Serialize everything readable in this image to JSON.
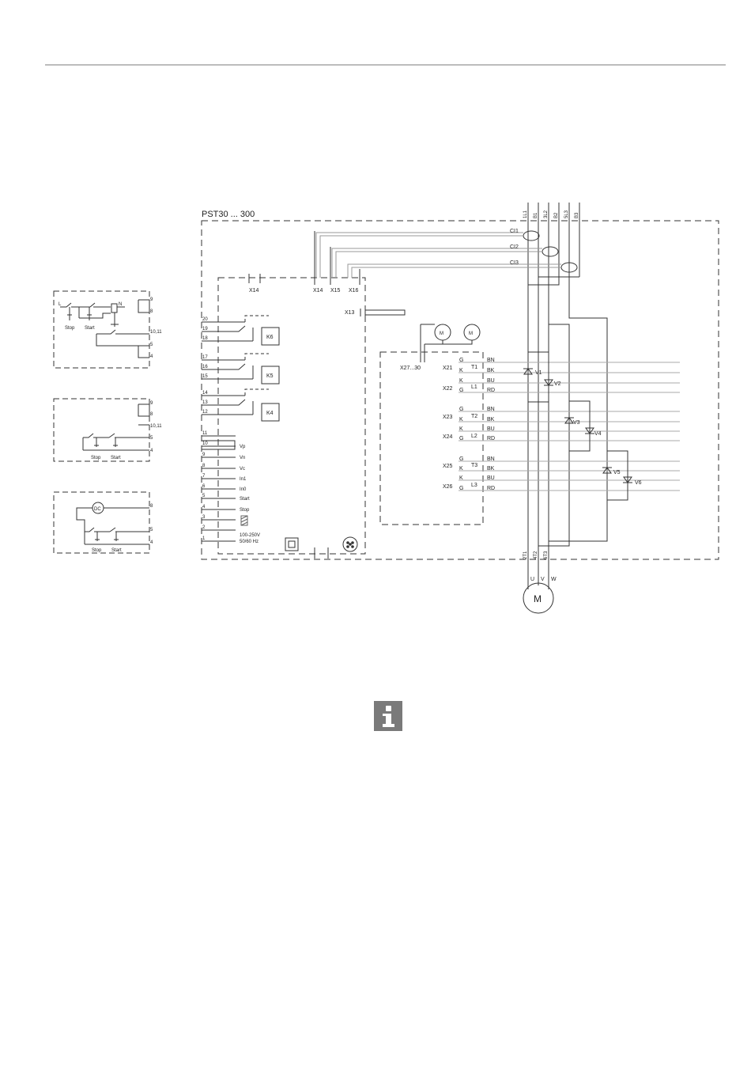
{
  "diagram": {
    "title": "PST30 ... 300",
    "supply_terminals": [
      "1L1",
      "B1",
      "3L2",
      "B2",
      "5L3",
      "B3"
    ],
    "current_sensors": [
      "CI1",
      "CI2",
      "CI3"
    ],
    "connectors_top": [
      "X14",
      "X14",
      "X15",
      "X16"
    ],
    "x13": "X13",
    "relays": [
      "K6",
      "K5",
      "K4"
    ],
    "relay_terminals": [
      "20",
      "19",
      "18",
      "17",
      "16",
      "15",
      "14",
      "13",
      "12"
    ],
    "io_terminals": [
      {
        "num": "11",
        "label": ""
      },
      {
        "num": "10",
        "label": "Vp"
      },
      {
        "num": "9",
        "label": "Vn"
      },
      {
        "num": "8",
        "label": "Vc"
      },
      {
        "num": "7",
        "label": "In1"
      },
      {
        "num": "6",
        "label": "In0"
      },
      {
        "num": "5",
        "label": "Start"
      },
      {
        "num": "4",
        "label": "Stop"
      },
      {
        "num": "3",
        "label": ""
      },
      {
        "num": "2",
        "label": ""
      },
      {
        "num": "1",
        "label": ""
      }
    ],
    "supply_label_1": "100-250V",
    "supply_label_2": "50/60 Hz",
    "fans": [
      "M",
      "M"
    ],
    "fan_connector": "X27...30",
    "thyristor_connectors": [
      "X21",
      "X22",
      "X23",
      "X24",
      "X25",
      "X26"
    ],
    "gate_rows": [
      {
        "pin": "G",
        "wire": "BN"
      },
      {
        "pin": "K",
        "wire": "BK"
      },
      {
        "pin": "K",
        "wire": "BU"
      },
      {
        "pin": "G",
        "wire": "RD"
      },
      {
        "pin": "G",
        "wire": "BN"
      },
      {
        "pin": "K",
        "wire": "BK"
      },
      {
        "pin": "K",
        "wire": "BU"
      },
      {
        "pin": "G",
        "wire": "RD"
      },
      {
        "pin": "G",
        "wire": "BN"
      },
      {
        "pin": "K",
        "wire": "BK"
      },
      {
        "pin": "K",
        "wire": "BU"
      },
      {
        "pin": "G",
        "wire": "RD"
      }
    ],
    "phase_labels": [
      "T1",
      "L1",
      "T2",
      "L2",
      "T3",
      "L3"
    ],
    "thyristors": [
      "V1",
      "V2",
      "V3",
      "V4",
      "V5",
      "V6"
    ],
    "output_terminals": [
      "2T1",
      "4T2",
      "6T3"
    ],
    "motor_phases": [
      "U",
      "V",
      "W"
    ],
    "motor": "M"
  },
  "aux1": {
    "L": "L",
    "N": "N",
    "stop": "Stop",
    "start": "Start",
    "terminals": [
      "9",
      "8",
      "10,11",
      "5",
      "4"
    ]
  },
  "aux2": {
    "stop": "Stop",
    "start": "Start",
    "terminals": [
      "9",
      "8",
      "10,11",
      "5",
      "4"
    ]
  },
  "aux3": {
    "dc": "DC",
    "stop": "Stop",
    "start": "Start",
    "terminals": [
      "8",
      "5",
      "4"
    ]
  },
  "info_icon": "info-icon"
}
